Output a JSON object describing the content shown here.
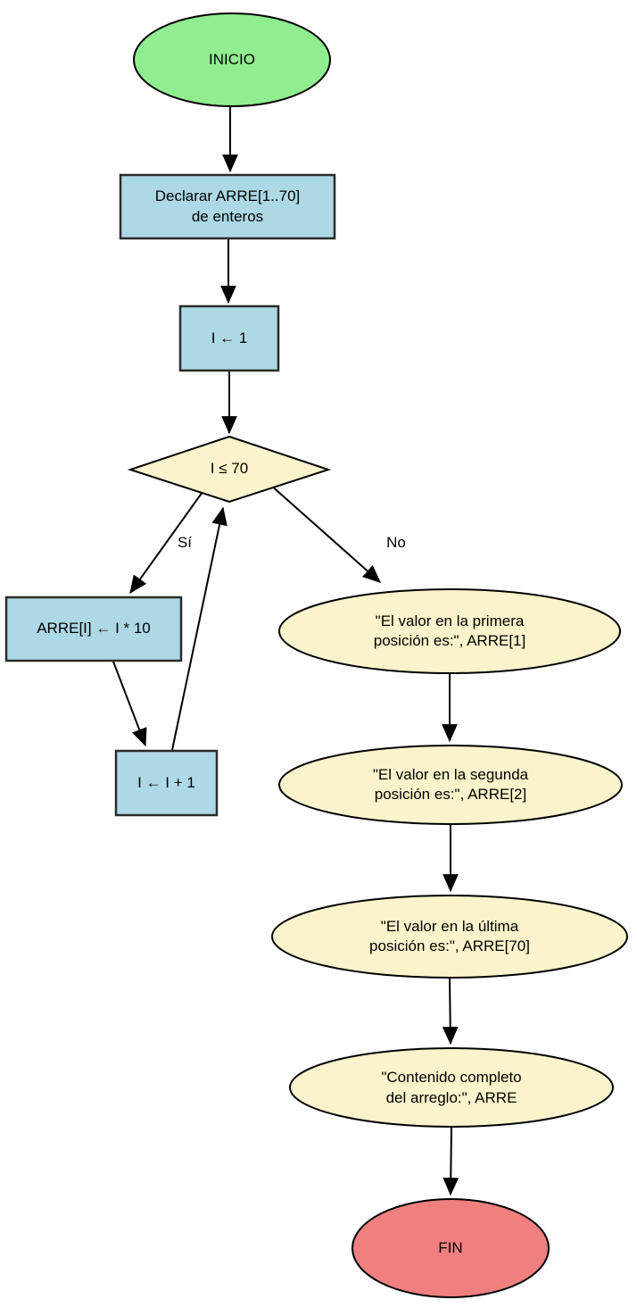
{
  "diagram": {
    "type": "flowchart",
    "language": "es",
    "nodes": {
      "start": {
        "shape": "ellipse",
        "label": "INICIO"
      },
      "declare": {
        "shape": "rectangle",
        "label": "Declarar ARRE[1..70]\nde enteros"
      },
      "init_i": {
        "shape": "rectangle",
        "label": "I ← 1"
      },
      "cond": {
        "shape": "diamond",
        "label": "I ≤ 70"
      },
      "assign": {
        "shape": "rectangle",
        "label": "ARRE[I] ← I * 10"
      },
      "incr": {
        "shape": "rectangle",
        "label": "I ← I + 1"
      },
      "out1": {
        "shape": "ellipse",
        "label": "\"El valor en la primera\nposición es:\", ARRE[1]"
      },
      "out2": {
        "shape": "ellipse",
        "label": "\"El valor en la segunda\nposición es:\", ARRE[2]"
      },
      "out3": {
        "shape": "ellipse",
        "label": "\"El valor en la última\nposición es:\", ARRE[70]"
      },
      "out4": {
        "shape": "ellipse",
        "label": "\"Contenido completo\ndel arreglo:\", ARRE"
      },
      "end": {
        "shape": "ellipse",
        "label": "FIN"
      }
    },
    "edges": {
      "yes_label": "Sí",
      "no_label": "No",
      "list": [
        {
          "from": "start",
          "to": "declare",
          "label": ""
        },
        {
          "from": "declare",
          "to": "init_i",
          "label": ""
        },
        {
          "from": "init_i",
          "to": "cond",
          "label": ""
        },
        {
          "from": "cond",
          "to": "assign",
          "label": "Sí"
        },
        {
          "from": "cond",
          "to": "out1",
          "label": "No"
        },
        {
          "from": "assign",
          "to": "incr",
          "label": ""
        },
        {
          "from": "incr",
          "to": "cond",
          "label": ""
        },
        {
          "from": "out1",
          "to": "out2",
          "label": ""
        },
        {
          "from": "out2",
          "to": "out3",
          "label": ""
        },
        {
          "from": "out3",
          "to": "out4",
          "label": ""
        },
        {
          "from": "out4",
          "to": "end",
          "label": ""
        }
      ]
    }
  },
  "colors": {
    "start_fill": "#90EE90",
    "process_fill": "#ADD8E6",
    "decision_fill": "#FAF3CB",
    "output_fill": "#FAF3CB",
    "end_fill": "#F08080",
    "stroke": "#000000",
    "background": "#FFFFFF"
  }
}
